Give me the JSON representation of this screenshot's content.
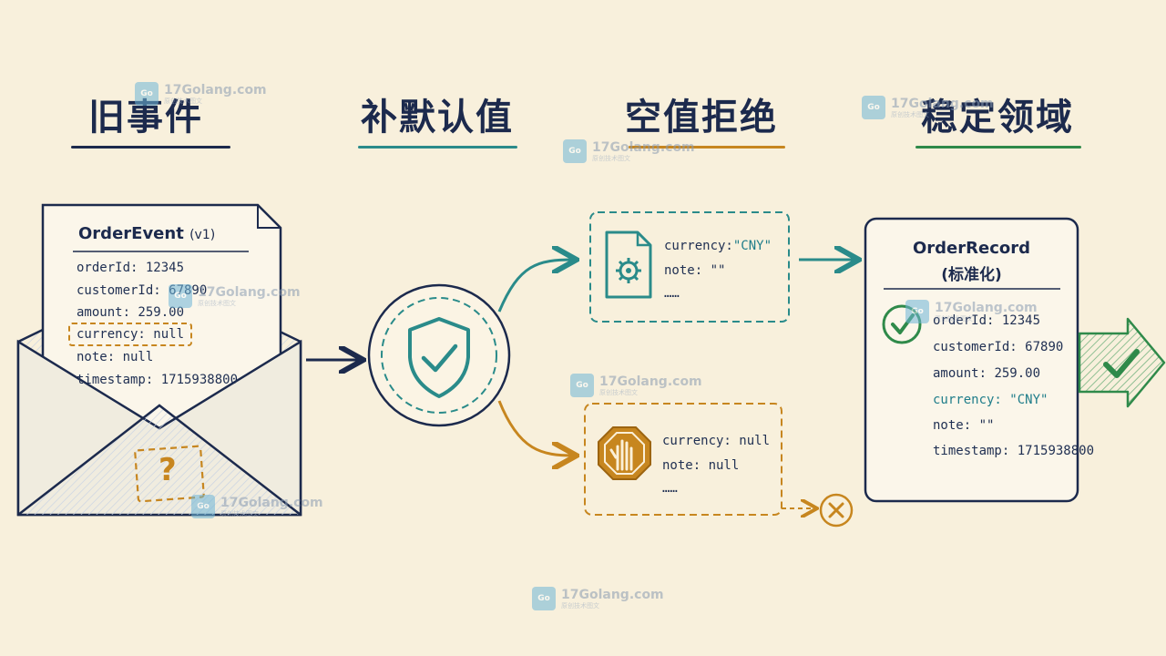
{
  "stages": [
    {
      "title": "旧事件",
      "color": "#1c2a4d"
    },
    {
      "title": "补默认值",
      "color": "#2a8b8a"
    },
    {
      "title": "空值拒绝",
      "color": "#c7861f"
    },
    {
      "title": "稳定领域",
      "color": "#2f8a4a"
    }
  ],
  "old_event": {
    "title": "OrderEvent",
    "version": "(v1)",
    "fields": [
      "orderId: 12345",
      "customerId: 67890",
      "amount: 259.00",
      "currency: null",
      "note:  null",
      "timestamp: 1715938800"
    ],
    "unknown_mark": "?"
  },
  "default_branch": {
    "lines": [
      "currency:",
      "\"CNY\"",
      "note: \"\"",
      "……"
    ]
  },
  "reject_branch": {
    "lines": [
      "currency: null",
      "note: null",
      "……"
    ]
  },
  "record": {
    "title": "OrderRecord",
    "subtitle": "(标准化)",
    "fields": [
      {
        "label": "orderId:",
        "value": "12345"
      },
      {
        "label": "customerId:",
        "value": "67890"
      },
      {
        "label": "amount:",
        "value": "259.00"
      },
      {
        "label": "currency:",
        "value": "\"CNY\""
      },
      {
        "label": "note:",
        "value": "\"\""
      },
      {
        "label": "timestamp:",
        "value": "1715938800"
      }
    ]
  },
  "watermark": {
    "site": "17Golang.com",
    "sub": "原创技术图文",
    "logo": "Go"
  },
  "colors": {
    "navy": "#1c2a4d",
    "teal": "#2a8b8a",
    "amber": "#c7861f",
    "green": "#2f8a4a",
    "background": "#f8f0dc"
  },
  "icons": [
    "envelope-icon",
    "shield-check-icon",
    "gear-document-icon",
    "stop-hand-icon",
    "reject-x-icon",
    "check-circle-icon",
    "arrow-check-icon"
  ]
}
